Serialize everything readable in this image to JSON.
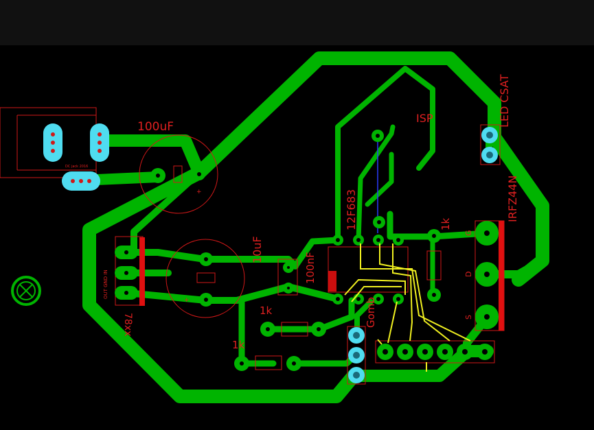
{
  "colors": {
    "trace": "#00b400",
    "pad_plated": "#4fdcf0",
    "silkscreen": "#d01818",
    "jumper": "#f0f020",
    "blue_wire": "#2a3cff",
    "background": "#000000",
    "topbar": "#111111"
  },
  "labels": {
    "c_100uf": "100uF",
    "c_10uf": "10uF",
    "c_100nf": "100nF",
    "ic": "12F683",
    "isp": "ISP",
    "led_csat": "LED CSAT",
    "mosfet": "IRFZ44N",
    "reg": "78xx",
    "gomb": "Gomb",
    "r_1k_a": "1k",
    "r_1k_b": "1k",
    "r_1k_c": "1k",
    "reg_pins": "OUT GND IN",
    "pin_g": "G",
    "pin_d": "D",
    "pin_s": "S",
    "tiny_note": "DC jack 2016"
  },
  "icons": {
    "fiducial": "circle-x-icon"
  }
}
